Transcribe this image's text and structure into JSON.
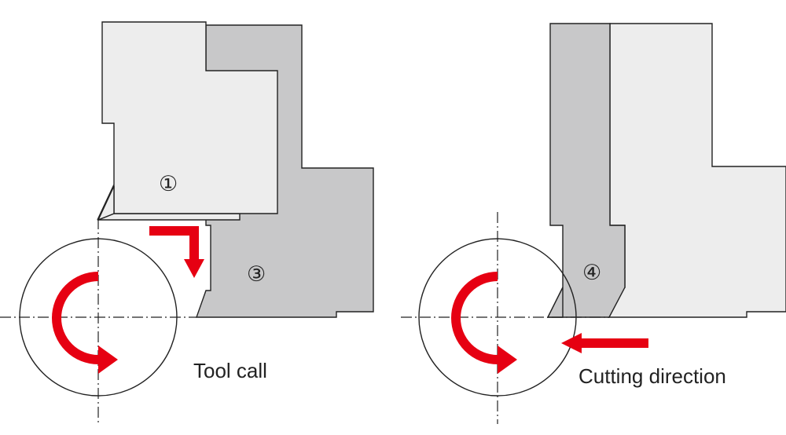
{
  "labels": {
    "part_1": "①",
    "part_3": "③",
    "part_4": "④",
    "tool_call": "Tool call",
    "cutting_direction": "Cutting direction"
  },
  "colors": {
    "arrow": "#e60012",
    "part_light": "#ededed",
    "part_dark": "#c8c8c9",
    "line": "#222222"
  }
}
